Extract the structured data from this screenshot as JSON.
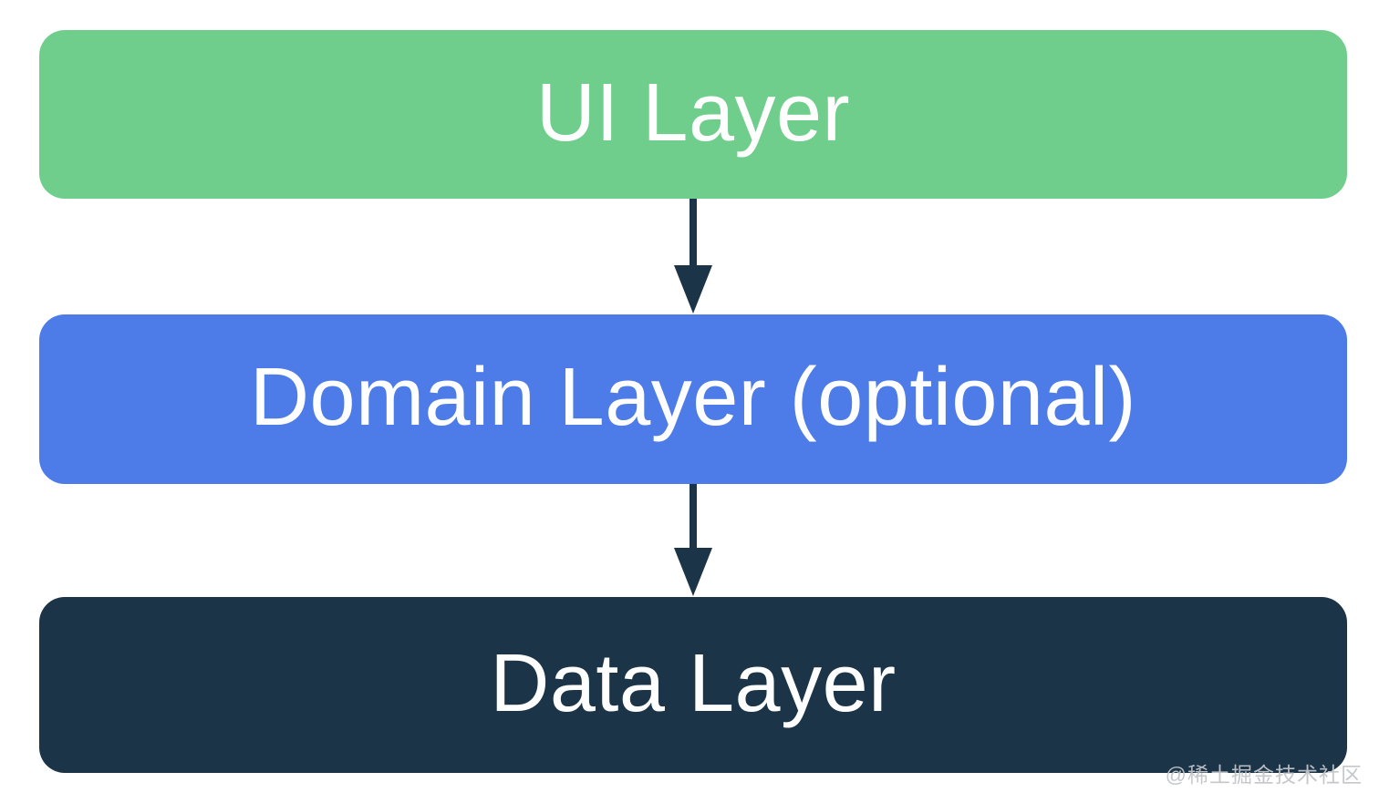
{
  "diagram": {
    "layers": [
      {
        "label": "UI Layer",
        "color": "#6FCE8C",
        "text_color": "#FDFEFD"
      },
      {
        "label": "Domain Layer (optional)",
        "color": "#4D7CE8",
        "text_color": "#FDFEFD"
      },
      {
        "label": "Data Layer",
        "color": "#1C3447",
        "text_color": "#FDFEFD"
      }
    ],
    "arrows": [
      {
        "from": "UI Layer",
        "to": "Domain Layer (optional)"
      },
      {
        "from": "Domain Layer (optional)",
        "to": "Data Layer"
      }
    ],
    "arrow_color": "#1C3447",
    "watermark": {
      "text": "@稀土掘金技术社区",
      "color": "#C2C5C9"
    }
  }
}
